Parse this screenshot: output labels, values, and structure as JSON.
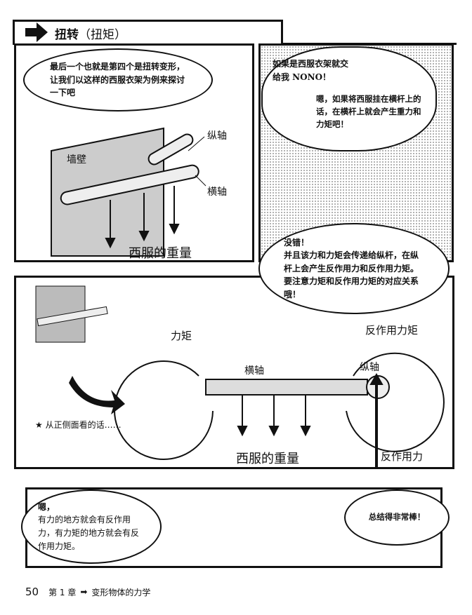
{
  "header": {
    "title": "扭转",
    "subtitle": "（扭矩）"
  },
  "panel1": {
    "speech": "最后一个也就是第四个是扭转变形，让我们以这样的西服衣架为例来探讨一下吧",
    "label_wall": "墙壁",
    "label_vertical": "纵轴",
    "label_horizontal": "横轴",
    "label_weight": "西服的重量"
  },
  "panel2": {
    "speech1_line1": "如果是西服衣架就交",
    "speech1_line2": "给我 NONO！",
    "speech2": "嗯，如果将西服挂在横杆上的话，在横杆上就会产生重力和力矩吧！",
    "speech3_line1": "没错！",
    "speech3_line2": "并且该力和力矩会传递给纵杆，在纵杆上会产生反作用力和反作用力矩。要注意力矩和反作用力矩的对应关系哦！"
  },
  "panel3": {
    "label_moment": "力矩",
    "label_reaction_moment": "反作用力矩",
    "label_horizontal": "横轴",
    "label_vertical": "纵轴",
    "label_weight": "西服的重量",
    "label_reaction_force": "反作用力",
    "note": "★ 从正侧面看的话……"
  },
  "panel4": {
    "speech1_line1": "嗯，",
    "speech1_line2": "有力的地方就会有反作用力，有力矩的地方就会有反作用力矩。",
    "speech2": "总结得非常棒！"
  },
  "footer": {
    "page": "50",
    "chapter": "第 1 章",
    "title": "变形物体的力学"
  }
}
